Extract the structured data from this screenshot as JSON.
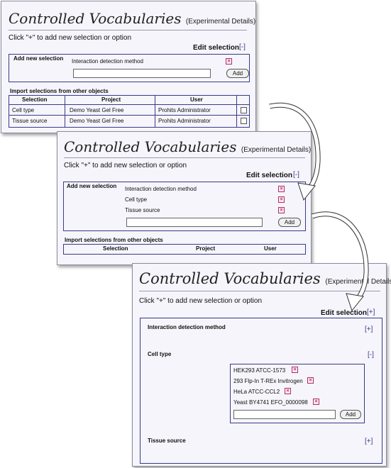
{
  "panel1": {
    "title": "Controlled Vocabularies",
    "subtitle": "(Experimental Details)",
    "instruction": "Click \"+\" to add new selection or option",
    "edit_selection_label": "Edit selection",
    "edit_toggle": "[-]",
    "add_new_selection_label": "Add new selection",
    "items": [
      "Interaction detection method"
    ],
    "add_button": "Add",
    "import_label": "Import selections from other objects",
    "columns": [
      "Selection",
      "Project",
      "User"
    ],
    "rows": [
      {
        "selection": "Cell type",
        "project": "Demo Yeast Gel Free",
        "user": "Prohits Administrator"
      },
      {
        "selection": "Tissue source",
        "project": "Demo Yeast Gel Free",
        "user": "Prohits Administrator"
      }
    ]
  },
  "panel2": {
    "title": "Controlled Vocabularies",
    "subtitle": "(Experimental Details)",
    "instruction": "Click \"+\" to add new selection or option",
    "edit_selection_label": "Edit selection",
    "edit_toggle": "[-]",
    "add_new_selection_label": "Add new selection",
    "items": [
      "Interaction detection method",
      "Cell type",
      "Tissue source"
    ],
    "add_button": "Add",
    "import_label": "Import selections from other objects",
    "columns": [
      "Selection",
      "Project",
      "User"
    ]
  },
  "panel3": {
    "title": "Controlled Vocabularies",
    "subtitle": "(Experimental Details)",
    "instruction": "Click \"+\" to add new selection or option",
    "edit_selection_label": "Edit selection",
    "edit_toggle": "[+]",
    "sections": [
      {
        "label": "Interaction detection method",
        "toggle": "[+]"
      },
      {
        "label": "Cell type",
        "toggle": "[-]"
      },
      {
        "label": "Tissue source",
        "toggle": "[+]"
      }
    ],
    "cell_type_options": [
      "HEK293 ATCC-1573",
      "293 Flp-In T-REx Invitrogen",
      "HeLa ATCC-CCL2",
      "Yeast BY4741 EFO_0000098"
    ],
    "add_button": "Add"
  },
  "icons": {
    "remove": "remove-x-icon",
    "checkbox": "checkbox-icon",
    "arrow": "curved-arrow-icon"
  },
  "colors": {
    "accent": "#3a3a8a",
    "remove": "#b0306a",
    "panel_bg": "#f5f5fb"
  }
}
